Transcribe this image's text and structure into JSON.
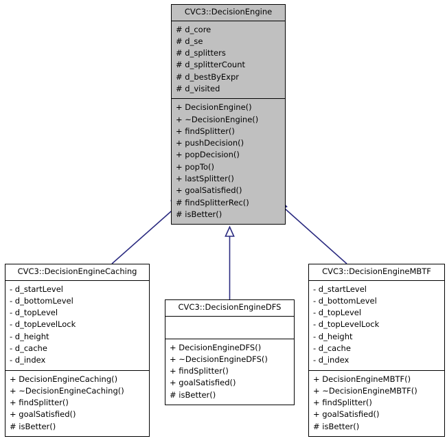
{
  "diagram": {
    "type": "uml-class-inheritance",
    "title": "CVC3::DecisionEngine inheritance diagram",
    "colors": {
      "base_fill": "#c0c0c0",
      "derived_fill": "#ffffff",
      "border": "#000000",
      "edge": "#2a2a80",
      "background": "#ffffff"
    },
    "classes": [
      {
        "id": "base",
        "name": "CVC3::DecisionEngine",
        "attributes": [
          "# d_core",
          "# d_se",
          "# d_splitters",
          "# d_splitterCount",
          "# d_bestByExpr",
          "# d_visited"
        ],
        "methods": [
          "+ DecisionEngine()",
          "+ ~DecisionEngine()",
          "+ findSplitter()",
          "+ pushDecision()",
          "+ popDecision()",
          "+ popTo()",
          "+ lastSplitter()",
          "+ goalSatisfied()",
          "# findSplitterRec()",
          "# isBetter()"
        ]
      },
      {
        "id": "caching",
        "name": "CVC3::DecisionEngineCaching",
        "attributes": [
          "- d_startLevel",
          "- d_bottomLevel",
          "- d_topLevel",
          "- d_topLevelLock",
          "- d_height",
          "- d_cache",
          "- d_index"
        ],
        "methods": [
          "+ DecisionEngineCaching()",
          "+ ~DecisionEngineCaching()",
          "+ findSplitter()",
          "+ goalSatisfied()",
          "# isBetter()"
        ]
      },
      {
        "id": "dfs",
        "name": "CVC3::DecisionEngineDFS",
        "attributes": [],
        "methods": [
          "+ DecisionEngineDFS()",
          "+ ~DecisionEngineDFS()",
          "+ findSplitter()",
          "+ goalSatisfied()",
          "# isBetter()"
        ]
      },
      {
        "id": "mbtf",
        "name": "CVC3::DecisionEngineMBTF",
        "attributes": [
          "- d_startLevel",
          "- d_bottomLevel",
          "- d_topLevel",
          "- d_topLevelLock",
          "- d_height",
          "- d_cache",
          "- d_index"
        ],
        "methods": [
          "+ DecisionEngineMBTF()",
          "+ ~DecisionEngineMBTF()",
          "+ findSplitter()",
          "+ goalSatisfied()",
          "# isBetter()"
        ]
      }
    ],
    "edges": [
      {
        "from": "caching",
        "to": "base",
        "relation": "inheritance"
      },
      {
        "from": "dfs",
        "to": "base",
        "relation": "inheritance"
      },
      {
        "from": "mbtf",
        "to": "base",
        "relation": "inheritance"
      }
    ]
  }
}
